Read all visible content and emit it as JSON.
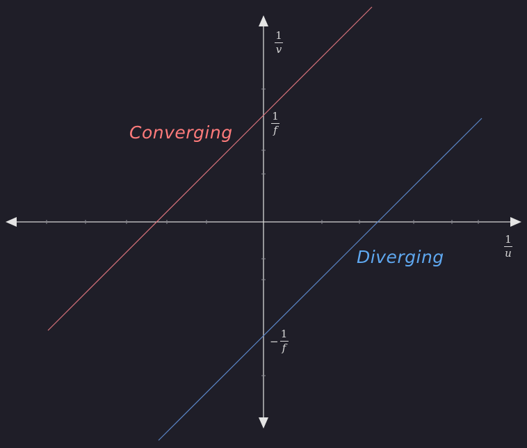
{
  "labels": {
    "converging": "Converging",
    "diverging": "Diverging",
    "x_axis": {
      "num": "1",
      "den": "u"
    },
    "y_axis": {
      "num": "1",
      "den": "v"
    },
    "y_intercept_pos": {
      "sign": "",
      "num": "1",
      "den": "f"
    },
    "y_intercept_neg": {
      "sign": "−",
      "num": "1",
      "den": "f"
    }
  },
  "colors": {
    "background": "#1f1e28",
    "axis": "#d6d6d6",
    "converging": "#ff7b7b",
    "diverging": "#5fa8f0",
    "converging_line": "#d9737c",
    "diverging_line": "#5b86c7"
  },
  "icons": [
    "arrow-up-icon",
    "arrow-down-icon",
    "arrow-left-icon",
    "arrow-right-icon"
  ]
}
